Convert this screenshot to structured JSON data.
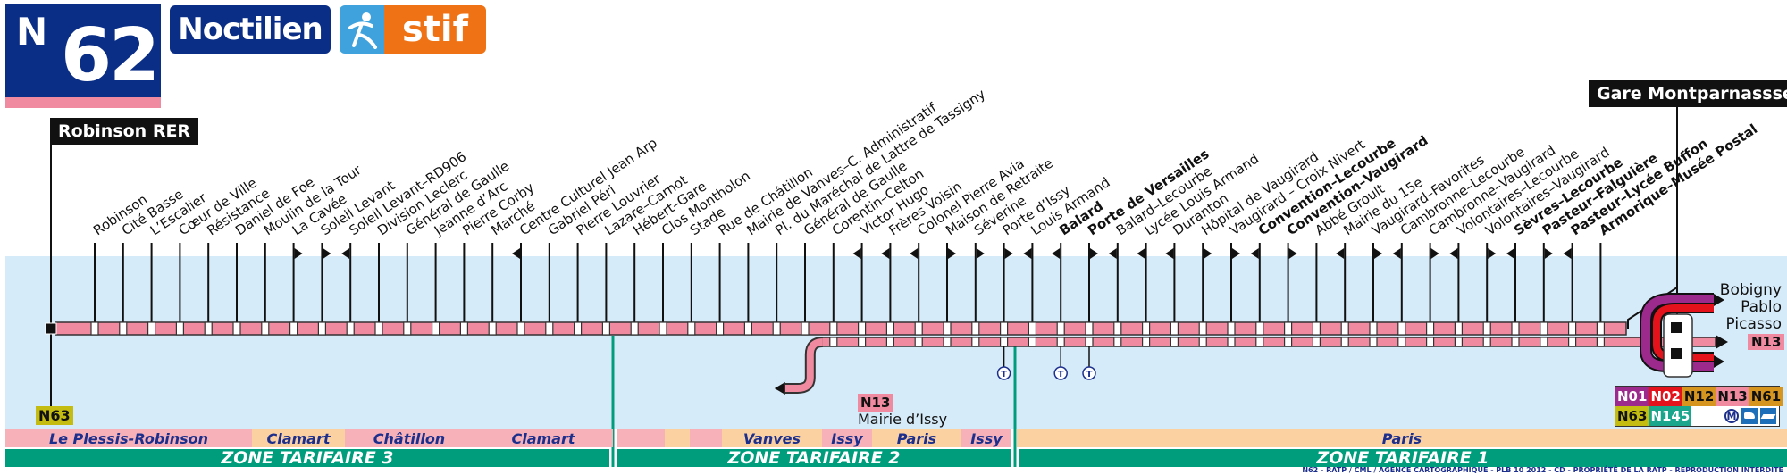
{
  "header": {
    "line_prefix": "N",
    "line_number": "62",
    "network_logo": "Noctilien",
    "authority_logo": "stif",
    "authority_icon": "runner-icon"
  },
  "termini": {
    "west": "Robinson RER",
    "east": "Gare Montparnassse"
  },
  "colors": {
    "line": "#f08aa0",
    "band": "#d6ebf9",
    "zone": "#009d7d",
    "commune_pink": "#f6b2b8",
    "commune_peach": "#fbd1a2",
    "commune_text": "#1c2f8c",
    "badge_blue": "#0a2d86"
  },
  "stops": [
    {
      "name": "Robinson",
      "bold": false,
      "dir": "both"
    },
    {
      "name": "Cité Basse",
      "bold": false,
      "dir": "both"
    },
    {
      "name": "L’Escalier",
      "bold": false,
      "dir": "both"
    },
    {
      "name": "Cœur de Ville",
      "bold": false,
      "dir": "both"
    },
    {
      "name": "Résistance",
      "bold": false,
      "dir": "both"
    },
    {
      "name": "Daniel de Foe",
      "bold": false,
      "dir": "both"
    },
    {
      "name": "Moulin de la Tour",
      "bold": false,
      "dir": "both"
    },
    {
      "name": "La Cavée",
      "bold": false,
      "dir": "east"
    },
    {
      "name": "Soleil Levant",
      "bold": false,
      "dir": "east"
    },
    {
      "name": "Soleil Levant–RD906",
      "bold": false,
      "dir": "west"
    },
    {
      "name": "Division Leclerc",
      "bold": false,
      "dir": "both"
    },
    {
      "name": "Général de Gaulle",
      "bold": false,
      "dir": "both"
    },
    {
      "name": "Jeanne d’Arc",
      "bold": false,
      "dir": "both"
    },
    {
      "name": "Pierre Corby",
      "bold": false,
      "dir": "both"
    },
    {
      "name": "Marché",
      "bold": false,
      "dir": "both"
    },
    {
      "name": "Centre Culturel Jean Arp",
      "bold": false,
      "dir": "west"
    },
    {
      "name": "Gabriel Péri",
      "bold": false,
      "dir": "both"
    },
    {
      "name": "Pierre Louvrier",
      "bold": false,
      "dir": "both"
    },
    {
      "name": "Lazare–Carnot",
      "bold": false,
      "dir": "both"
    },
    {
      "name": "Hébert–Gare",
      "bold": false,
      "dir": "both"
    },
    {
      "name": "Clos Montholon",
      "bold": false,
      "dir": "both"
    },
    {
      "name": "Stade",
      "bold": false,
      "dir": "both"
    },
    {
      "name": "Rue de Châtillon",
      "bold": false,
      "dir": "both"
    },
    {
      "name": "Mairie de Vanves–C. Administratif",
      "bold": false,
      "dir": "both"
    },
    {
      "name": "Pl. du Maréchal de Lattre de Tassigny",
      "bold": false,
      "dir": "both"
    },
    {
      "name": "Général de Gaulle",
      "bold": false,
      "dir": "both"
    },
    {
      "name": "Corentin–Celton",
      "bold": false,
      "dir": "both"
    },
    {
      "name": "Victor Hugo",
      "bold": false,
      "dir": "west"
    },
    {
      "name": "Frères Voisin",
      "bold": false,
      "dir": "west"
    },
    {
      "name": "Colonel Pierre Avia",
      "bold": false,
      "dir": "west"
    },
    {
      "name": "Maison de Retraite",
      "bold": false,
      "dir": "east"
    },
    {
      "name": "Séverine",
      "bold": false,
      "dir": "east"
    },
    {
      "name": "Porte d’Issy",
      "bold": false,
      "dir": "east"
    },
    {
      "name": "Louis Armand",
      "bold": false,
      "dir": "west"
    },
    {
      "name": "Balard",
      "bold": true,
      "dir": "west"
    },
    {
      "name": "Porte de Versailles",
      "bold": true,
      "dir": "east"
    },
    {
      "name": "Balard–Lecourbe",
      "bold": false,
      "dir": "west"
    },
    {
      "name": "Lycée Louis Armand",
      "bold": false,
      "dir": "west"
    },
    {
      "name": "Duranton",
      "bold": false,
      "dir": "west"
    },
    {
      "name": "Hôpital de Vaugirard",
      "bold": false,
      "dir": "east"
    },
    {
      "name": "Vaugirard – Croix Nivert",
      "bold": false,
      "dir": "east"
    },
    {
      "name": "Convention–Lecourbe",
      "bold": true,
      "dir": "west"
    },
    {
      "name": "Convention–Vaugirard",
      "bold": true,
      "dir": "east"
    },
    {
      "name": "Abbé Groult",
      "bold": false,
      "dir": "both"
    },
    {
      "name": "Mairie du 15e",
      "bold": false,
      "dir": "west"
    },
    {
      "name": "Vaugirard–Favorites",
      "bold": false,
      "dir": "east"
    },
    {
      "name": "Cambronne–Lecourbe",
      "bold": false,
      "dir": "west"
    },
    {
      "name": "Cambronne–Vaugirard",
      "bold": false,
      "dir": "east"
    },
    {
      "name": "Volontaires–Lecourbe",
      "bold": false,
      "dir": "west"
    },
    {
      "name": "Volontaires–Vaugirard",
      "bold": false,
      "dir": "east"
    },
    {
      "name": "Sèvres–Lecourbe",
      "bold": true,
      "dir": "west"
    },
    {
      "name": "Pasteur–Falguière",
      "bold": true,
      "dir": "east"
    },
    {
      "name": "Pasteur–Lycée Buffon",
      "bold": true,
      "dir": "west"
    },
    {
      "name": "Armorique–Musée Postal",
      "bold": true,
      "dir": "both"
    }
  ],
  "tram_stops": [
    "Porte d’Issy",
    "Balard",
    "Porte de Versailles"
  ],
  "branch": {
    "line": "N13",
    "destination": "Mairie d’Issy"
  },
  "east_destination": {
    "label_lines": [
      "Bobigny",
      "Pablo",
      "Picasso"
    ],
    "continuing_line": "N13"
  },
  "west_connection": {
    "line": "N63"
  },
  "connections": {
    "row1": [
      {
        "label": "N01",
        "bg": "#9c2a8d",
        "fg": "#ffffff"
      },
      {
        "label": "N02",
        "bg": "#e4121b",
        "fg": "#ffffff"
      },
      {
        "label": "N12",
        "bg": "#d5951f",
        "fg": "#111111"
      },
      {
        "label": "N13",
        "bg": "#f08aa0",
        "fg": "#111111"
      },
      {
        "label": "N61",
        "bg": "#d5951f",
        "fg": "#111111"
      }
    ],
    "row2": [
      {
        "label": "N63",
        "bg": "#c4bc11",
        "fg": "#111111"
      },
      {
        "label": "N145",
        "bg": "#1aa58d",
        "fg": "#ffffff"
      }
    ],
    "mode_icons": [
      "metro-icon",
      "rer-train-icon",
      "transilien-train-icon"
    ],
    "metro_symbol": "M"
  },
  "communes": [
    {
      "name": "Le Plessis-Robinson",
      "color": "pink"
    },
    {
      "name": "Clamart",
      "color": "peach"
    },
    {
      "name": "Châtillon",
      "color": "pink"
    },
    {
      "name": "Clamart",
      "color": "pink"
    },
    {
      "name": "",
      "color": "pink"
    },
    {
      "name": "",
      "color": "peach"
    },
    {
      "name": "",
      "color": "pink"
    },
    {
      "name": "Vanves",
      "color": "peach"
    },
    {
      "name": "Issy",
      "color": "pink"
    },
    {
      "name": "Paris",
      "color": "peach"
    },
    {
      "name": "Issy",
      "color": "pink"
    },
    {
      "name": "Paris",
      "color": "peach"
    }
  ],
  "zones": [
    {
      "label": "ZONE TARIFAIRE 3"
    },
    {
      "label": "ZONE TARIFAIRE 2"
    },
    {
      "label": "ZONE TARIFAIRE 1"
    }
  ],
  "tram_symbol": "T",
  "credits": "N62 - RATP / CML / AGENCE CARTOGRAPHIQUE - PLB 10 2012 - CD - PROPRIÉTÉ DE LA RATP - REPRODUCTION INTERDITE"
}
